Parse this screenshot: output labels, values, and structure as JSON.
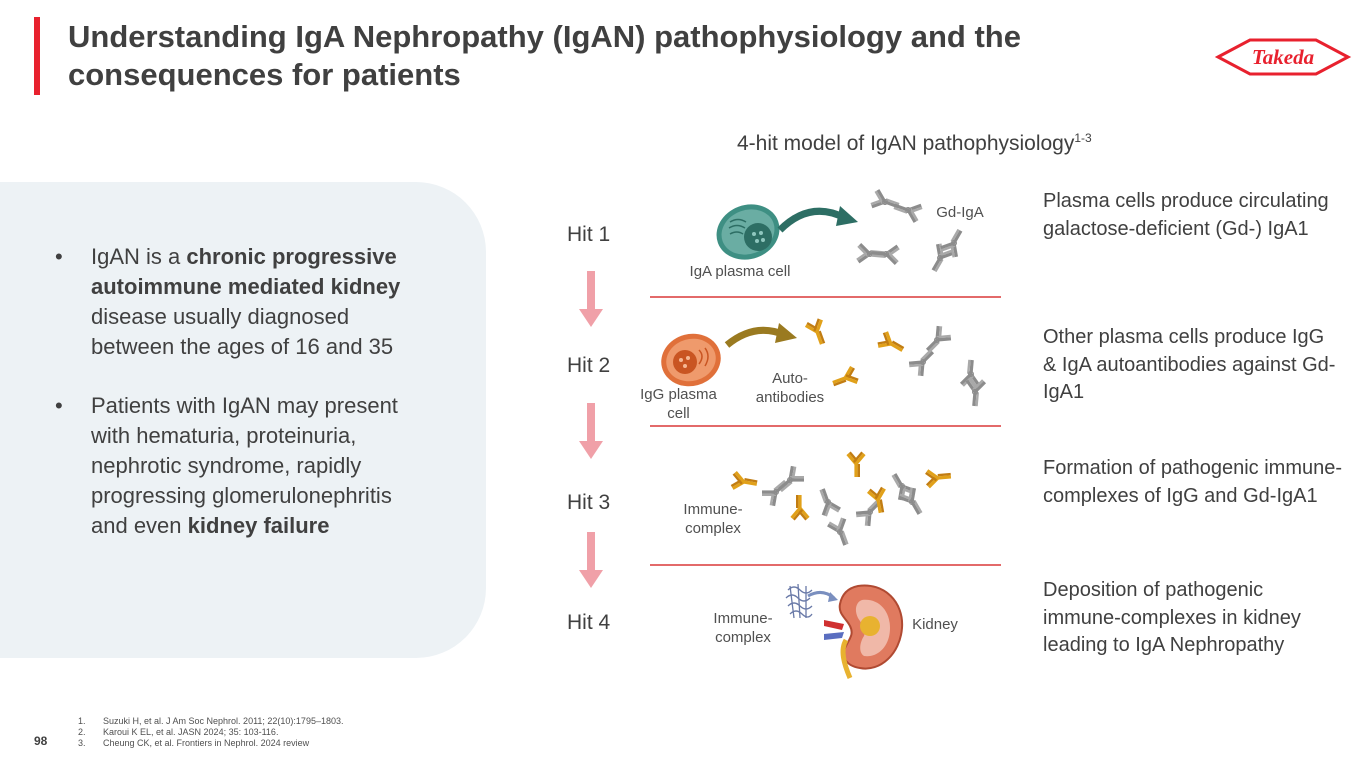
{
  "title": "Understanding IgA Nephropathy (IgAN) pathophysiology and the consequences for patients",
  "logo_text": "Takeda",
  "brand_color": "#e8212e",
  "panel_color": "#edf2f5",
  "left_panel": {
    "bullet_char": "•",
    "bullet1": {
      "pre": "IgAN is a ",
      "bold": "chronic progressive autoimmune mediated kidney",
      "post": " disease usually diagnosed between the ages of 16 and 35"
    },
    "bullet2": {
      "pre": "Patients with IgAN may present with hematuria, proteinuria, nephrotic syndrome, rapidly progressing glomerulonephritis and even ",
      "bold": "kidney failure"
    }
  },
  "diagram": {
    "title": "4-hit model of IgAN pathophysiology",
    "title_sup": "1-3",
    "hits": [
      {
        "label": "Hit 1",
        "cell_label": "IgA plasma cell",
        "antibody_label": "Gd-IgA",
        "description": "Plasma cells produce circulating galactose-deficient (Gd-) IgA1"
      },
      {
        "label": "Hit 2",
        "cell_label": "IgG plasma cell",
        "antibody_label": "Auto-antibodies",
        "description": "Other plasma cells produce IgG & IgA autoantibodies against Gd-IgA1"
      },
      {
        "label": "Hit 3",
        "complex_label": "Immune-complex",
        "description": "Formation of pathogenic immune-complexes of IgG and Gd-IgA1"
      },
      {
        "label": "Hit 4",
        "complex_label": "Immune-complex",
        "organ_label": "Kidney",
        "description": "Deposition of pathogenic immune-complexes in kidney leading to IgA Nephropathy"
      }
    ]
  },
  "references": [
    {
      "num": "1.",
      "text": "Suzuki H, et al. J Am Soc Nephrol. 2011; 22(10):1795–1803."
    },
    {
      "num": "2.",
      "text": "Karoui K EL, et al. JASN 2024; 35: 103-116."
    },
    {
      "num": "3.",
      "text": "Cheung CK, et al. Frontiers in Nephrol. 2024 review"
    }
  ],
  "page_number": "98",
  "colors": {
    "iga_cell": "#3e8f83",
    "igg_cell": "#e0703a",
    "gray_antibody": "#8c8c8c",
    "orange_antibody": "#e1a11a",
    "arrow_pink": "#f0a0a8",
    "separator": "#e36a6a"
  },
  "icons": [
    "plasma-cell-icon",
    "curved-arrow-icon",
    "antibody-icon",
    "immune-complex-icon",
    "kidney-icon",
    "down-arrow-icon"
  ]
}
